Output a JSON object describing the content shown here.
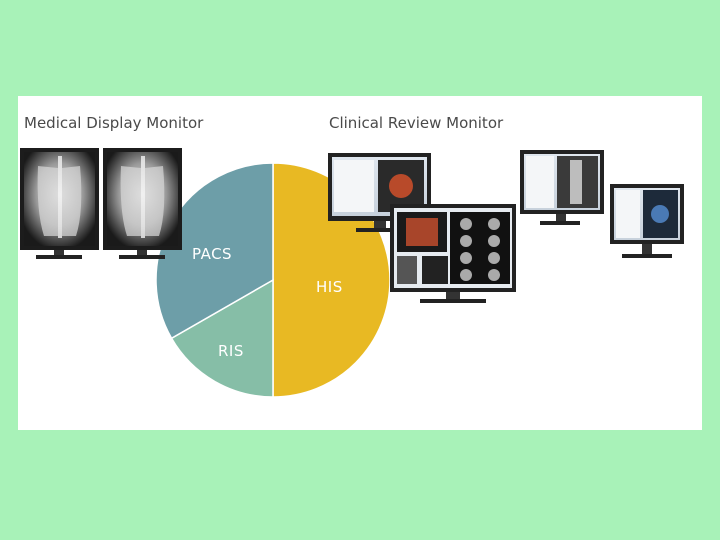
{
  "headings": {
    "medical": "Medical Display Monitor",
    "clinical": "Clinical Review Monitor"
  },
  "pie": {
    "slices": [
      {
        "label": "HIS",
        "fraction": 0.5,
        "color": "#e8b923"
      },
      {
        "label": "RIS",
        "fraction": 0.167,
        "color": "#86bea7"
      },
      {
        "label": "PACS",
        "fraction": 0.333,
        "color": "#6d9ea8"
      }
    ]
  },
  "icons": [
    "xray-monitor-icon",
    "clinical-monitor-icon"
  ],
  "colors": {
    "background": "#a8f2b8",
    "panel": "#ffffff"
  }
}
